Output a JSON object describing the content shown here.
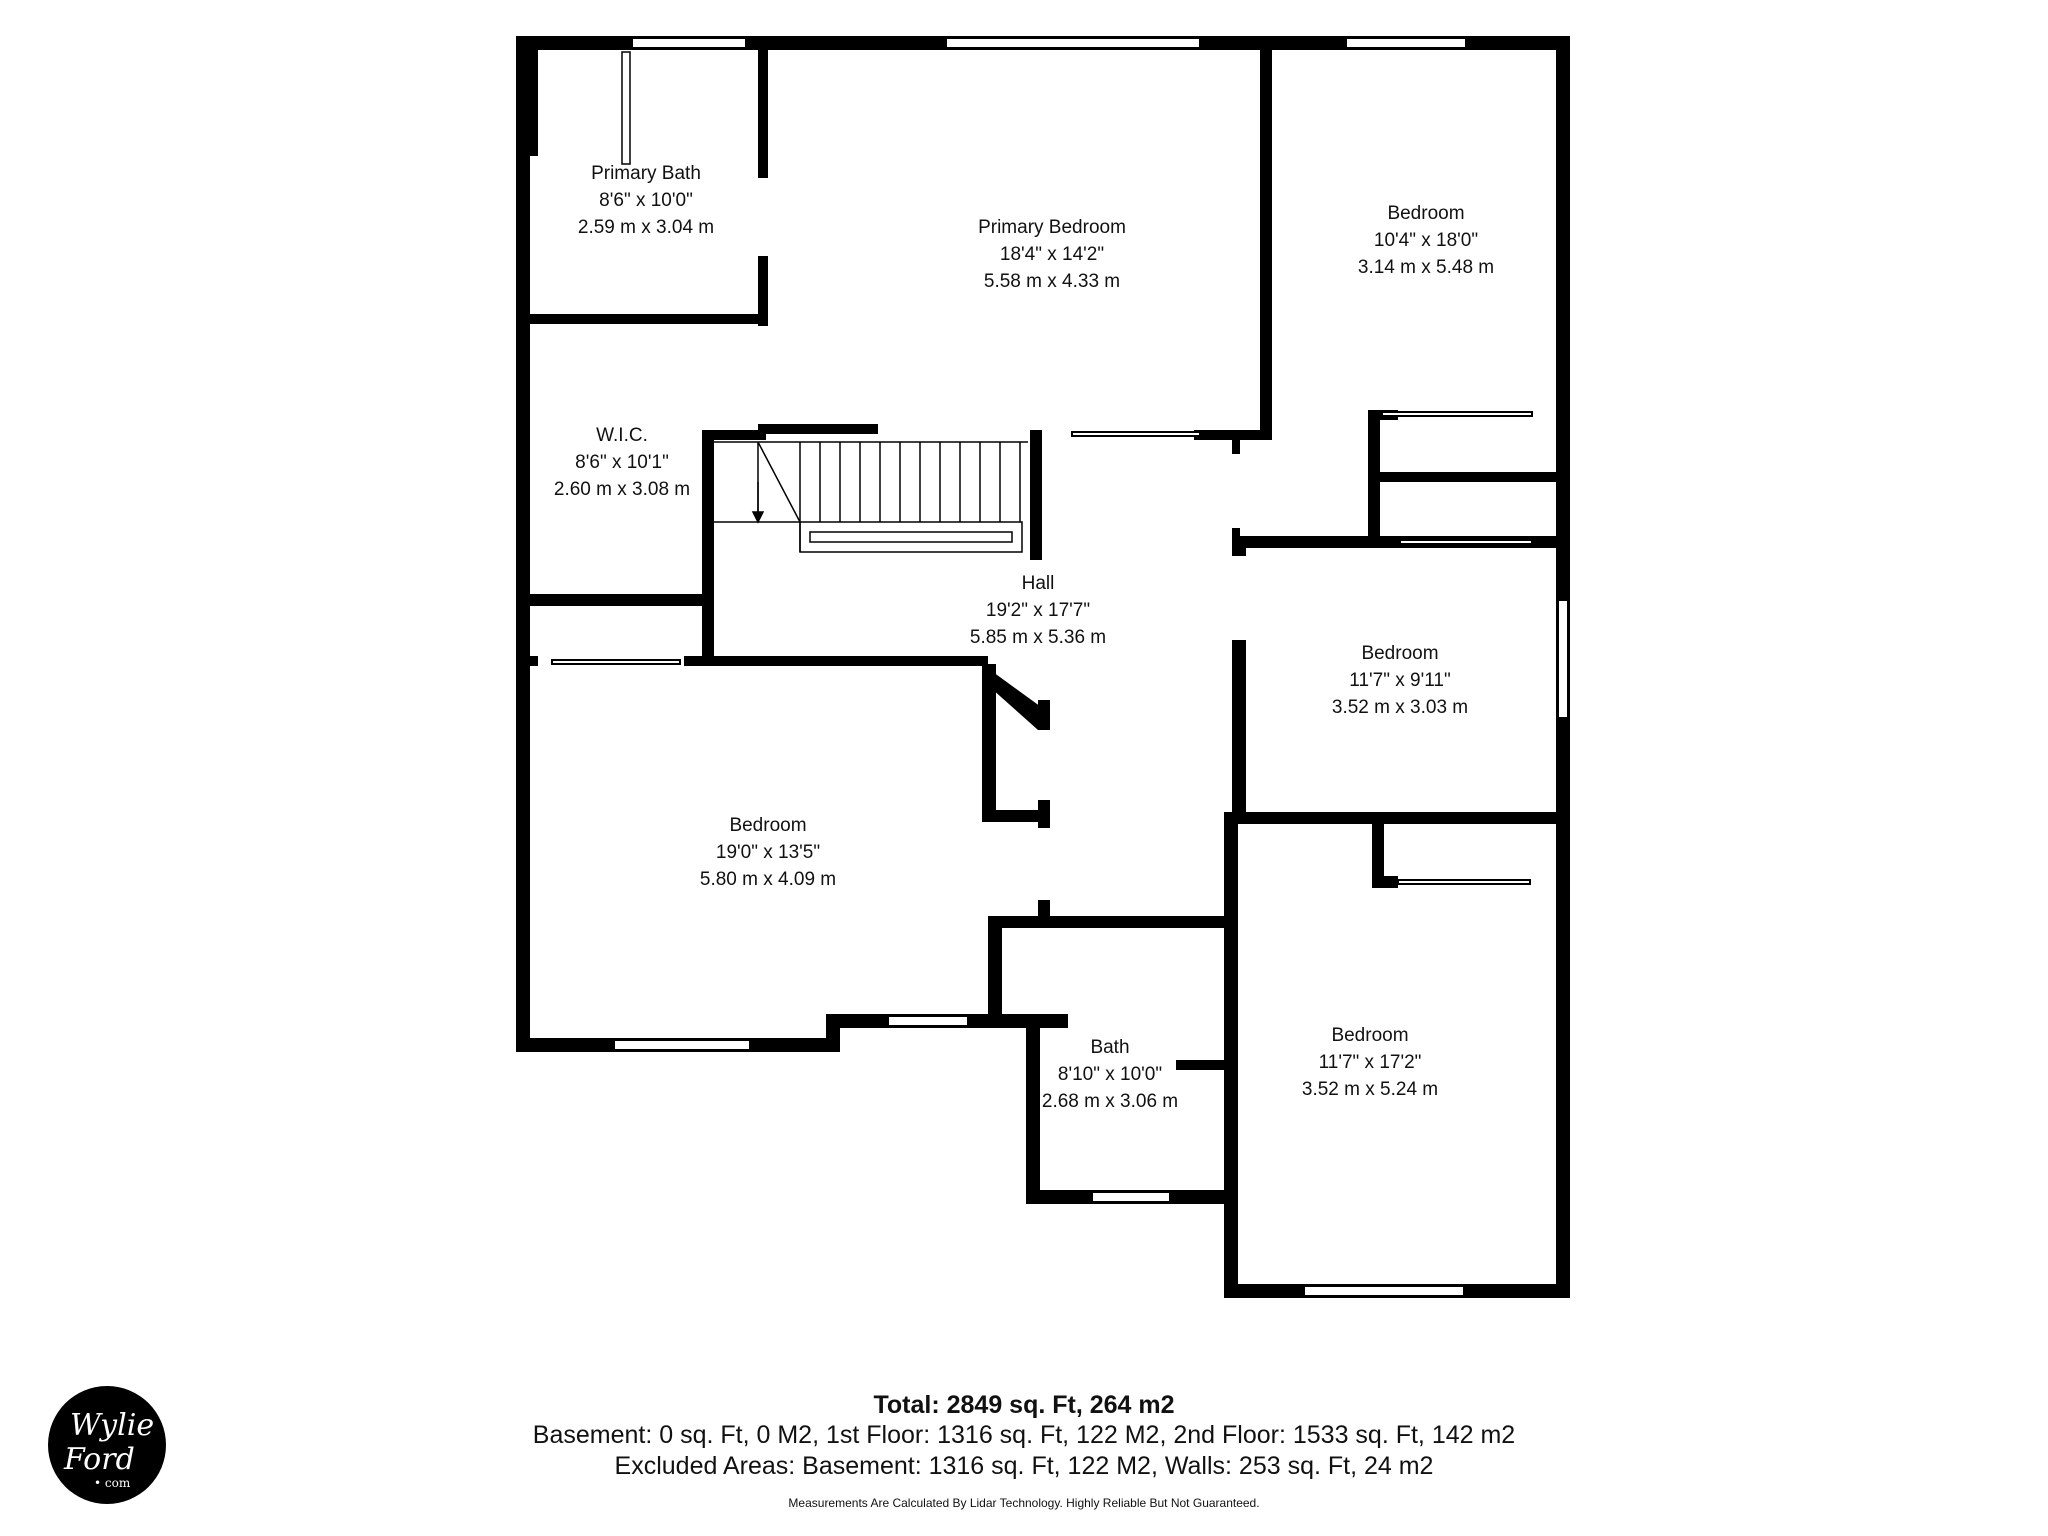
{
  "rooms": {
    "primary_bath": {
      "name": "Primary Bath",
      "imperial": "8'6\" x 10'0\"",
      "metric": "2.59 m x 3.04 m"
    },
    "primary_bedroom": {
      "name": "Primary Bedroom",
      "imperial": "18'4\" x 14'2\"",
      "metric": "5.58 m x 4.33 m"
    },
    "bedroom_ne": {
      "name": "Bedroom",
      "imperial": "10'4\" x 18'0\"",
      "metric": "3.14 m x 5.48 m"
    },
    "wic": {
      "name": "W.I.C.",
      "imperial": "8'6\" x 10'1\"",
      "metric": "2.60 m x 3.08 m"
    },
    "hall": {
      "name": "Hall",
      "imperial": "19'2\" x 17'7\"",
      "metric": "5.85 m x 5.36 m"
    },
    "bedroom_e": {
      "name": "Bedroom",
      "imperial": "11'7\" x 9'11\"",
      "metric": "3.52 m x 3.03 m"
    },
    "bedroom_w": {
      "name": "Bedroom",
      "imperial": "19'0\" x 13'5\"",
      "metric": "5.80 m x 4.09 m"
    },
    "bath": {
      "name": "Bath",
      "imperial": "8'10\" x 10'0\"",
      "metric": "2.68 m x 3.06 m"
    },
    "bedroom_se": {
      "name": "Bedroom",
      "imperial": "11'7\" x 17'2\"",
      "metric": "3.52 m x 5.24 m"
    }
  },
  "footer": {
    "total": "Total: 2849 sq. Ft, 264 m2",
    "floors": "Basement: 0 sq. Ft, 0 M2, 1st Floor: 1316 sq. Ft, 122 M2, 2nd Floor: 1533 sq. Ft, 142 m2",
    "excluded": "Excluded Areas: Basement: 1316 sq. Ft, 122 M2, Walls: 253 sq. Ft, 24 m2",
    "disclaimer": "Measurements Are Calculated By Lidar Technology. Highly Reliable But Not Guaranteed."
  },
  "logo": {
    "line1": "Wylie",
    "line2": "Ford",
    "line3": "• com"
  },
  "colors": {
    "wall": "#000000",
    "background": "#ffffff"
  }
}
